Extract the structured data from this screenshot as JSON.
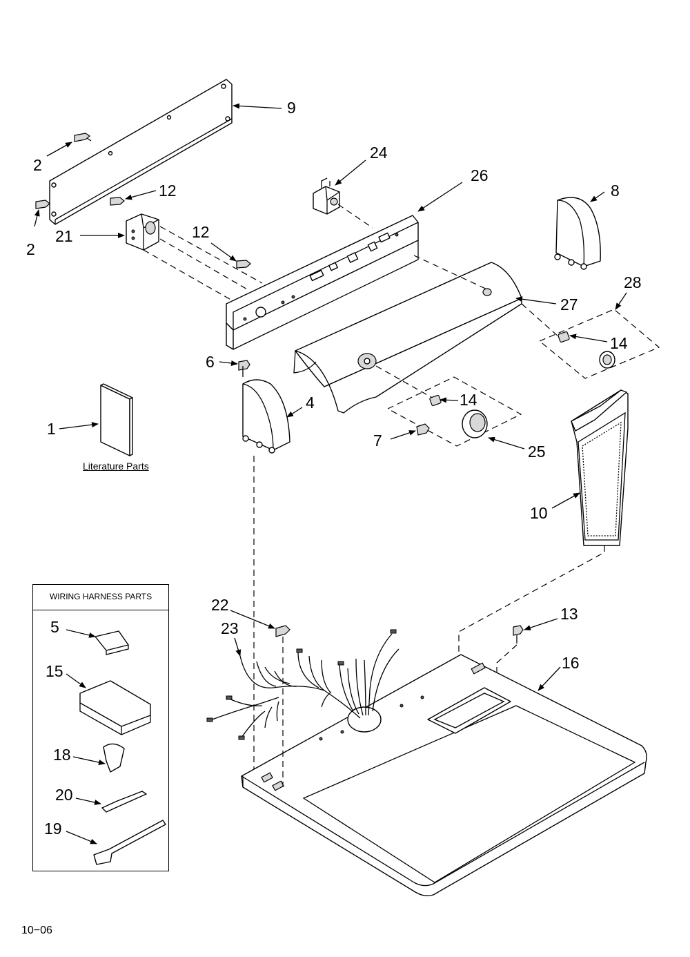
{
  "diagram": {
    "callouts": {
      "c1": "1",
      "c2a": "2",
      "c2b": "2",
      "c4": "4",
      "c5": "5",
      "c6": "6",
      "c7": "7",
      "c8": "8",
      "c9": "9",
      "c10": "10",
      "c12a": "12",
      "c12b": "12",
      "c13": "13",
      "c14a": "14",
      "c14b": "14",
      "c15": "15",
      "c16": "16",
      "c18": "18",
      "c19": "19",
      "c20": "20",
      "c21": "21",
      "c22": "22",
      "c23": "23",
      "c24": "24",
      "c25": "25",
      "c26": "26",
      "c27": "27",
      "c28": "28"
    },
    "literature_label": "Literature Parts",
    "harness_title": "WIRING HARNESS PARTS",
    "footer_code": "10−06"
  }
}
